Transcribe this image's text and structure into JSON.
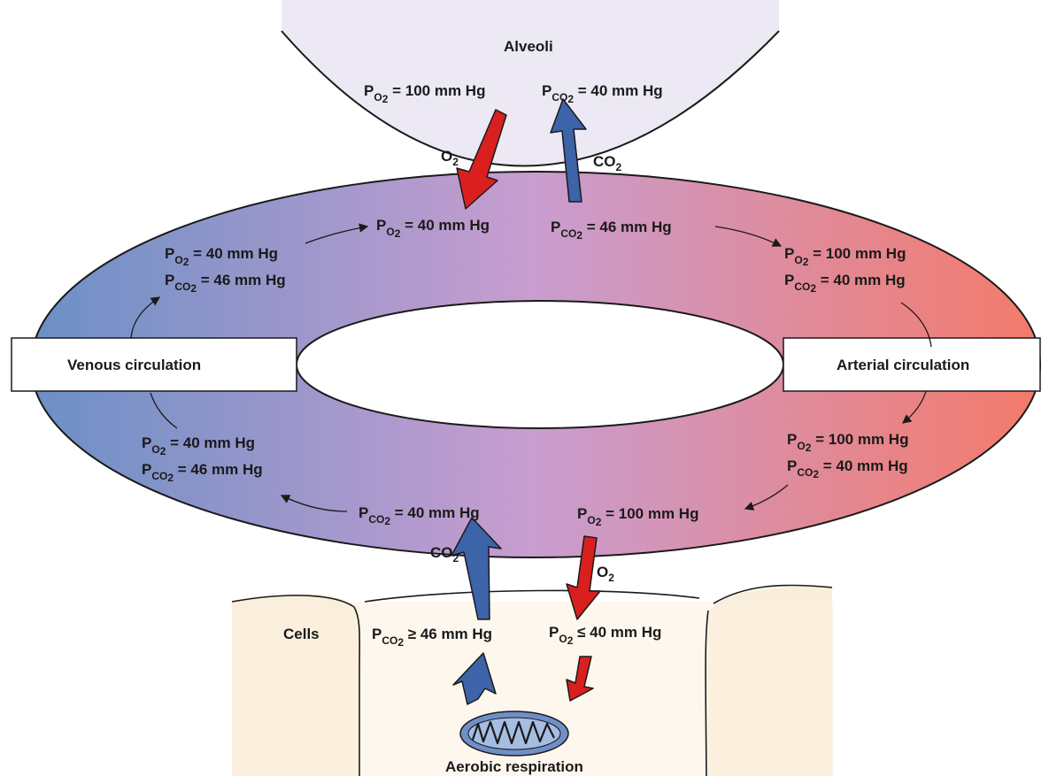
{
  "alveoli": {
    "title": "Alveoli",
    "po2": "100 mm Hg",
    "pco2": "40 mm Hg"
  },
  "gas_labels": {
    "o2_top": "2",
    "co2_top": "2",
    "o2_bottom": "2",
    "co2_bottom": "2"
  },
  "circulation": {
    "venous_label": "Venous circulation",
    "arterial_label": "Arterial circulation",
    "top_left_po2": "40 mm Hg",
    "top_right_pco2": "46 mm Hg",
    "venous_upper_po2": "40 mm Hg",
    "venous_upper_pco2": "46 mm Hg",
    "arterial_upper_po2": "100 mm Hg",
    "arterial_upper_pco2": "40 mm Hg",
    "venous_lower_po2": "40 mm Hg",
    "venous_lower_pco2": "46 mm Hg",
    "arterial_lower_po2": "100 mm Hg",
    "arterial_lower_pco2": "40 mm Hg",
    "bottom_left_pco2": "40 mm Hg",
    "bottom_right_po2": "100 mm Hg"
  },
  "cells": {
    "title": "Cells",
    "pco2": "46 mm Hg",
    "po2": "40 mm Hg",
    "mito_label": "Aerobic respiration"
  },
  "colors": {
    "venous": "#6d8fc4",
    "arterial": "#f27a6b",
    "mid": "#c89ccf",
    "alveoli_fill": "#ebe9f4",
    "cell_fill": "#fbf0dc",
    "red_arrow": "#d9201f",
    "blue_arrow": "#3d63a8"
  }
}
